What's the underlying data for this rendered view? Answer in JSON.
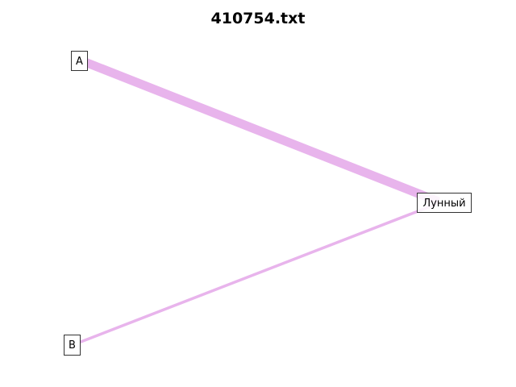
{
  "title": "410754.txt",
  "edge_color": "#e8b4ec",
  "nodes": {
    "a": {
      "label": "A"
    },
    "b": {
      "label": "B"
    },
    "lunny": {
      "label": "Лунный"
    }
  },
  "edges": [
    {
      "from": "A",
      "to": "Лунный",
      "relative_weight": "heavy"
    },
    {
      "from": "B",
      "to": "Лунный",
      "relative_weight": "light"
    }
  ]
}
